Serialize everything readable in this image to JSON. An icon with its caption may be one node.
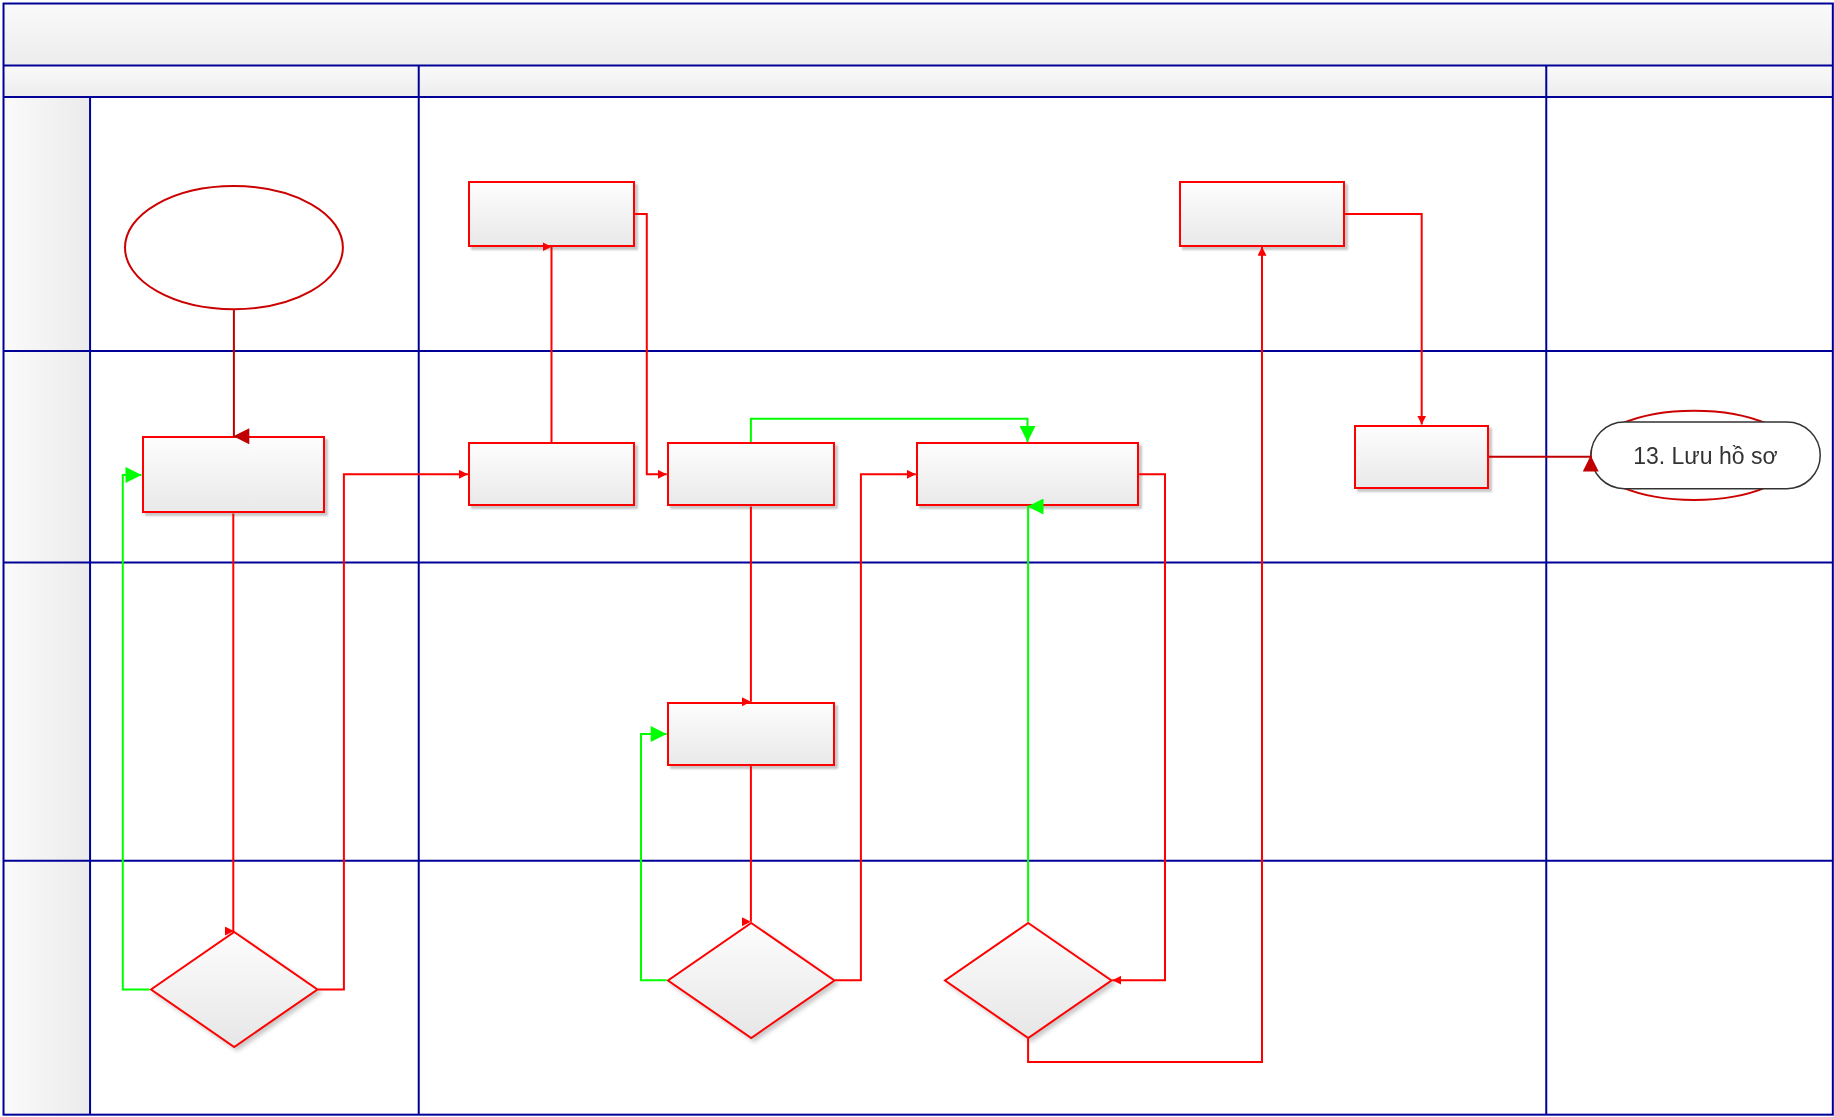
{
  "diagram": {
    "nodes": [
      {
        "text": [],
        "shape": "ellipse"
      },
      {
        "text": [],
        "shape": "box"
      },
      {
        "text": [],
        "shape": "box"
      },
      {
        "text": [],
        "shape": "box"
      },
      {
        "text": [],
        "shape": "box"
      },
      {
        "text": [],
        "shape": "box"
      },
      {
        "text": [],
        "shape": "box"
      },
      {
        "text": [],
        "shape": "box"
      },
      {
        "text": [
          "13. Lưu hồ sơ"
        ]
      },
      {
        "text": [],
        "shape": "box"
      },
      {
        "text": [],
        "shape": "diamond"
      },
      {
        "text": [],
        "shape": "diamond"
      },
      {
        "text": [],
        "shape": "diamond"
      }
    ],
    "edges": [
      {
        "from": 0,
        "to": 1,
        "arrow": "to",
        "color": "#c00000"
      },
      {
        "from": 1,
        "to": 10,
        "arrow": "to"
      },
      {
        "from": 10,
        "to": 1,
        "arrow": "to",
        "color": "#00ff00"
      },
      {
        "from": 10,
        "to": 3,
        "arrow": "to"
      },
      {
        "from": 3,
        "to": 2,
        "arrow": "to"
      },
      {
        "from": 2,
        "to": 4,
        "arrow": "to"
      },
      {
        "from": 4,
        "to": 5,
        "arrow": "to",
        "color": "#00ff00"
      },
      {
        "from": 4,
        "to": 9,
        "arrow": "to"
      },
      {
        "from": 9,
        "to": 11,
        "arrow": "to"
      },
      {
        "from": 11,
        "to": 9,
        "arrow": "to",
        "color": "#00ff00"
      },
      {
        "from": 11,
        "to": 5,
        "arrow": "to"
      },
      {
        "from": 5,
        "to": 12,
        "arrow": "to"
      },
      {
        "from": 12,
        "to": 5,
        "arrow": "to",
        "color": "#00ff00"
      },
      {
        "from": 12,
        "to": 6,
        "arrow": "to"
      },
      {
        "from": 6,
        "to": 7,
        "arrow": "to"
      },
      {
        "from": 7,
        "to": 8,
        "arrow": "to",
        "color": "#c00000"
      }
    ]
  }
}
